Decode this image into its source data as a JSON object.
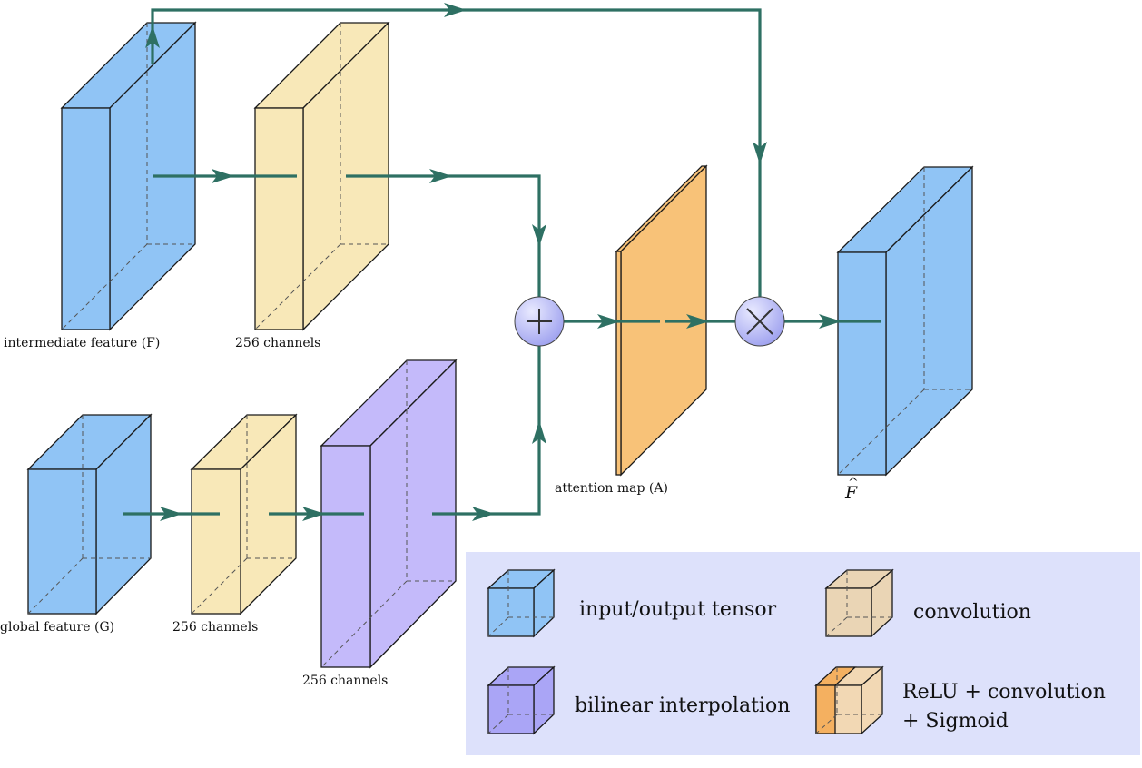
{
  "labels": {
    "intermediate": "intermediate feature (F)",
    "ch_top": "256 channels",
    "global": "global feature (G)",
    "ch_bottom_small": "256 channels",
    "ch_bottom_big": "256 channels",
    "attention": "attention map (A)",
    "output": "F",
    "output_hat": "^"
  },
  "legend": {
    "io_tensor": "input/output tensor",
    "convolution": "convolution",
    "bilinear": "bilinear interpolation",
    "relu_line1": "ReLU + convolution",
    "relu_line2": "+ Sigmoid"
  },
  "colors": {
    "tensor_blue": "#90c4f5",
    "conv_yellow": "#f8e8b8",
    "bilinear_purple": "#c4bafa",
    "attention_orange": "#f8c278",
    "flow_green": "#2e7063",
    "legend_bg": "#dde1fb",
    "op_node": "#aeb0f3"
  },
  "operators": {
    "add": "plus-operator",
    "multiply": "multiply-operator"
  }
}
